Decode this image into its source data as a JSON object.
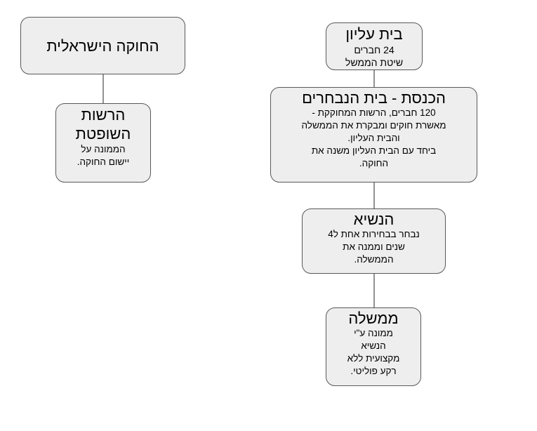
{
  "diagram": {
    "nodes": {
      "law": {
        "title": "החוקה הישראלית"
      },
      "judicial": {
        "title": "הרשות השופטת",
        "body": "הממונה על\nיישום החוקה."
      },
      "upper_house": {
        "title": "בית עליון",
        "body": "24 חברים\nשיטת הממשל"
      },
      "knesset": {
        "title": "הכנסת - בית הנבחרים",
        "body": "120 חברים, הרשות המחוקקת -\nמאשרת חוקים ומבקרת את הממשלה\nוהבית העליון.\nביחד עם הבית העליון משנה את\nהחוקה."
      },
      "president": {
        "title": "הנשיא",
        "body": "נבחר בבחירות אחת ל4\nשנים וממנה את\nהממשלה."
      },
      "government": {
        "title": "ממשלה",
        "body": "ממונה ע\"י\nהנשיא\nמקצועית ללא\nרקע פוליטי."
      }
    },
    "colors": {
      "node_fill": "#eeeeee",
      "node_border": "#595959",
      "connector": "#595959"
    }
  }
}
